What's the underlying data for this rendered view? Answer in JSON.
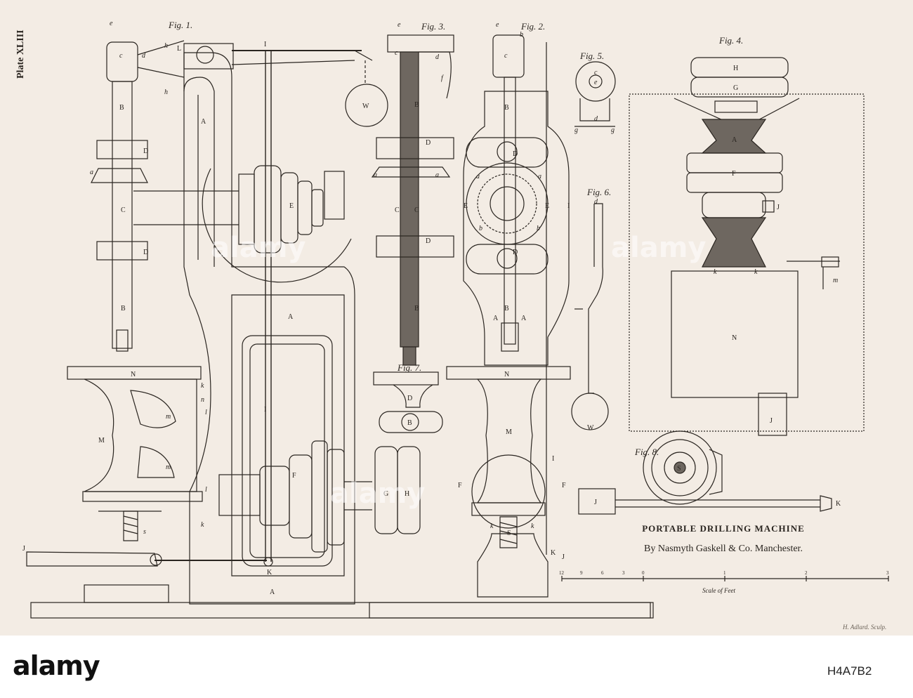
{
  "plate": {
    "number_label": "Plate XLIII",
    "title": "PORTABLE DRILLING MACHINE",
    "subtitle": "By Nasmyth Gaskell & Co. Manchester.",
    "engraver": "H. Adlard. Sculp.",
    "scale": {
      "label": "Scale of Feet",
      "ticks": [
        "12",
        "9",
        "6",
        "3",
        "0",
        "1",
        "2",
        "3"
      ]
    }
  },
  "figures": {
    "fig1": "Fig. 1.",
    "fig2": "Fig. 2.",
    "fig3": "Fig. 3.",
    "fig4": "Fig. 4.",
    "fig5": "Fig. 5.",
    "fig6": "Fig. 6.",
    "fig7": "Fig. 7.",
    "fig8": "Fig. 8."
  },
  "letters": {
    "A": "A",
    "B": "B",
    "C": "C",
    "D": "D",
    "E": "E",
    "F": "F",
    "G": "G",
    "H": "H",
    "I": "I",
    "J": "J",
    "K": "K",
    "L": "L",
    "M": "M",
    "N": "N",
    "S": "S",
    "W": "W",
    "a": "a",
    "b": "b",
    "c": "c",
    "d": "d",
    "e": "e",
    "f": "f",
    "g": "g",
    "h": "h",
    "k": "k",
    "l": "l",
    "m": "m",
    "n": "n",
    "s": "s"
  },
  "watermark": "alamy",
  "footer": {
    "logo": "alamy",
    "image_id": "H4A7B2"
  },
  "colors": {
    "paper": "#f3ece4",
    "ink": "#2a2520",
    "footer_bg": "#ffffff"
  }
}
